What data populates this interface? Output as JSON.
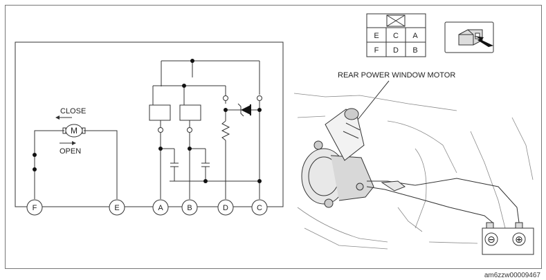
{
  "connector": {
    "cells_top": [
      "E",
      "C",
      "A"
    ],
    "cells_bottom": [
      "F",
      "D",
      "B"
    ]
  },
  "motor": {
    "symbol": "M",
    "close_label": "CLOSE",
    "open_label": "OPEN"
  },
  "terminals": [
    "F",
    "E",
    "A",
    "B",
    "D",
    "C"
  ],
  "component_label": "REAR POWER WINDOW MOTOR",
  "battery": {
    "neg": "⊖",
    "pos": "⊕"
  },
  "footer_code": "am6zzw00009467"
}
